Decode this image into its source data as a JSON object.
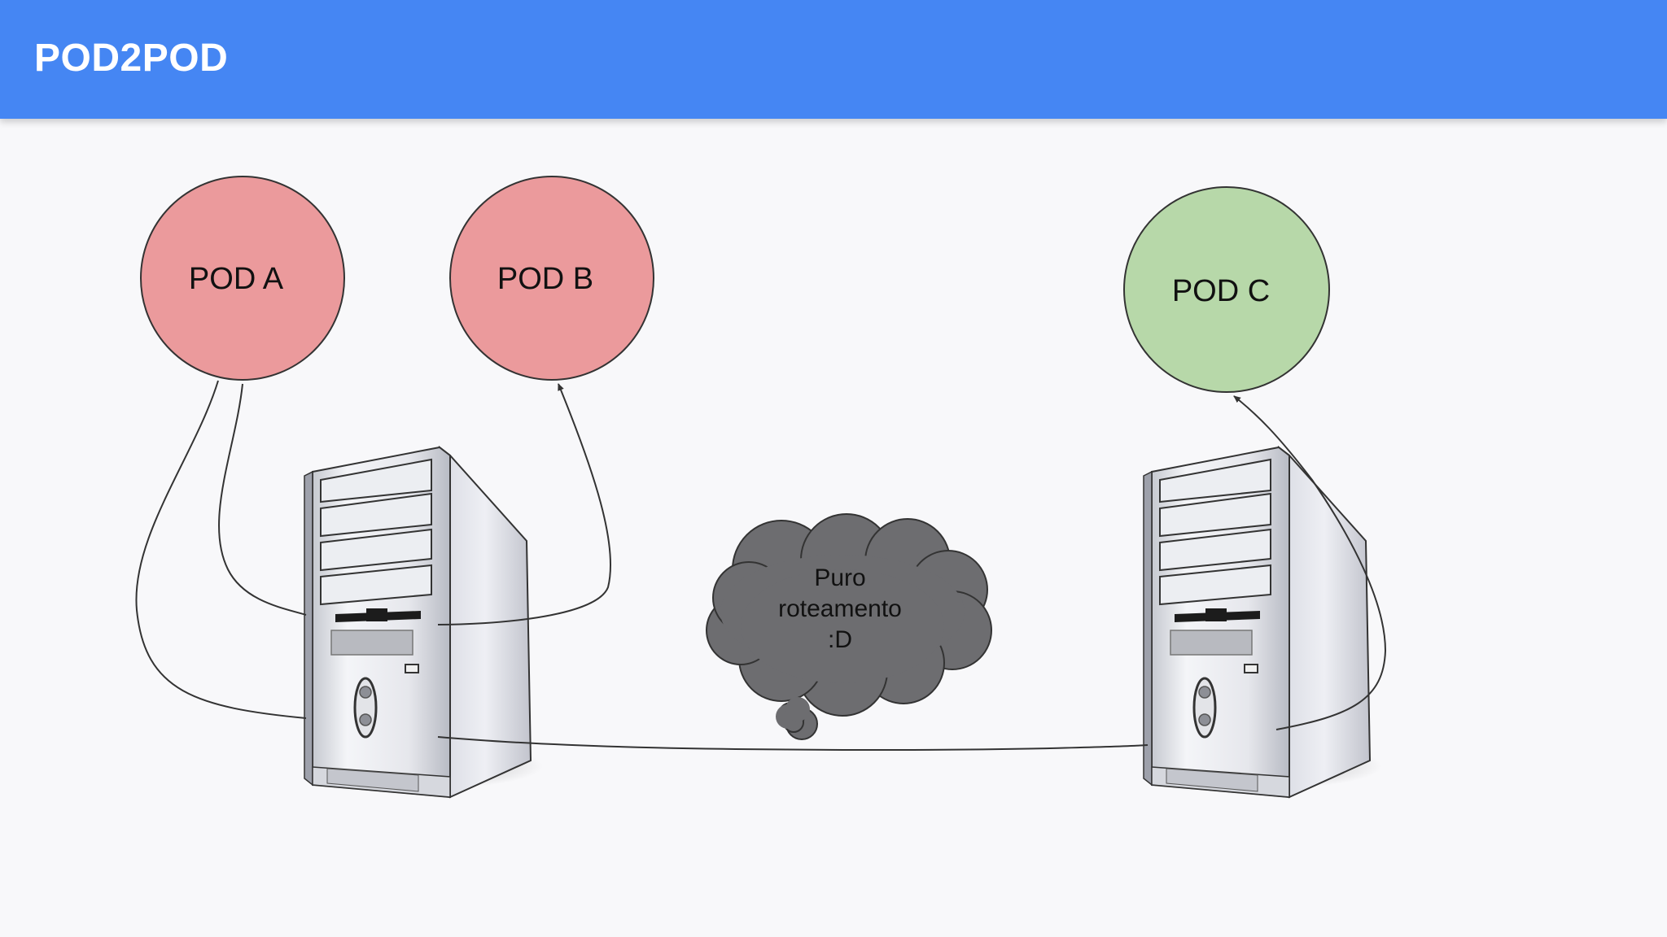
{
  "header": {
    "title": "POD2POD"
  },
  "pods": [
    {
      "id": "pod-a",
      "label": "POD A",
      "color": "#eb9a9c"
    },
    {
      "id": "pod-b",
      "label": "POD B",
      "color": "#eb9a9c"
    },
    {
      "id": "pod-c",
      "label": "POD C",
      "color": "#b7d8a9"
    }
  ],
  "cloud": {
    "lines": [
      "Puro",
      "roteamento",
      ":D"
    ],
    "color": "#6d6d70"
  },
  "nodes": [
    {
      "id": "server-left",
      "icon": "server-tower-icon"
    },
    {
      "id": "server-right",
      "icon": "server-tower-icon"
    }
  ],
  "colors": {
    "header": "#4586f3",
    "background": "#f8f8fa",
    "connector": "#333333"
  }
}
